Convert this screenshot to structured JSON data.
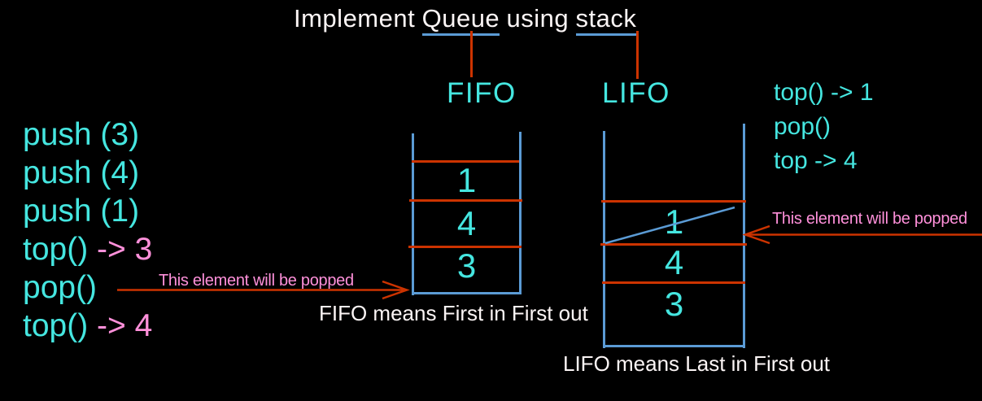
{
  "title": {
    "word1": "Implement",
    "word2": "Queue",
    "word3": "using",
    "word4": "stack"
  },
  "labels": {
    "fifo": "FIFO",
    "lifo": "LIFO"
  },
  "left_ops": {
    "lines": [
      {
        "cyan": "push (3)",
        "pink": ""
      },
      {
        "cyan": "push (4)",
        "pink": ""
      },
      {
        "cyan": "push (1)",
        "pink": ""
      },
      {
        "cyan": "top() ",
        "pink": "-> 3"
      },
      {
        "cyan": "pop()",
        "pink": ""
      },
      {
        "cyan": "top() ",
        "pink": "-> 4"
      }
    ]
  },
  "right_ops": {
    "lines": [
      "top() -> 1",
      "pop()",
      "top -> 4"
    ]
  },
  "fifo_stack": {
    "items": [
      "1",
      "4",
      "3"
    ],
    "caption": "FIFO means First in First out"
  },
  "lifo_stack": {
    "items": [
      "1",
      "4",
      "3"
    ],
    "caption": "LIFO means Last in First out"
  },
  "annotations": {
    "left_popped": "This element will be popped",
    "right_popped": "This element will be popped"
  },
  "colors": {
    "background": "#000000",
    "cyan": "#45E6E0",
    "pink": "#FF90DA",
    "red": "#CC3300",
    "blue": "#5B9BD5",
    "white": "#FBF5F5"
  }
}
